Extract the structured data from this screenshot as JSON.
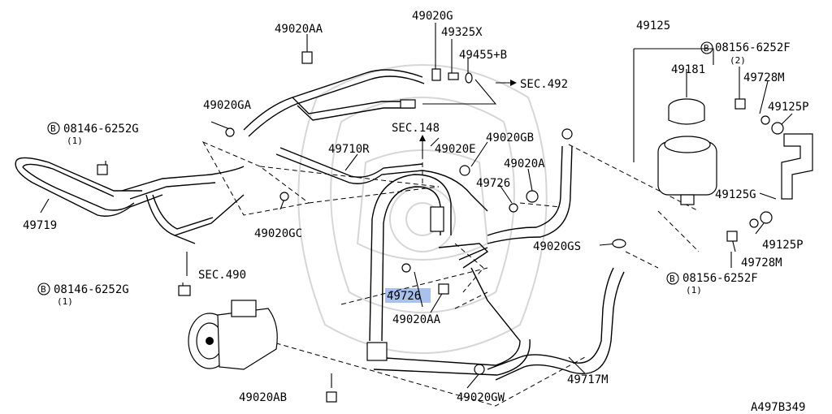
{
  "diagram": {
    "drawing_number": "A497B349",
    "highlight_color": "#9ab7ea",
    "labels": {
      "p49020AA_top": "49020AA",
      "p49020G": "49020G",
      "p49325X": "49325X",
      "p49455B": "49455+B",
      "sec492": "SEC.492",
      "p49125": "49125",
      "b_08156_top": "08156-6252F",
      "b_08156_top_qty": "(2)",
      "p49181": "49181",
      "p49728M_top": "49728M",
      "p49125P_top": "49125P",
      "p49020GA": "49020GA",
      "sec148": "SEC.148",
      "p49020GB": "49020GB",
      "b_08146_top": "08146-6252G",
      "b_08146_top_qty": "(1)",
      "p49710R": "49710R",
      "p49020E": "49020E",
      "p49020A": "49020A",
      "p49726_top": "49726",
      "p49125G": "49125G",
      "p49719": "49719",
      "p49020GC": "49020GC",
      "p49020GS": "49020GS",
      "p49125P_bot": "49125P",
      "p49728M_bot": "49728M",
      "sec490": "SEC.490",
      "b_08146_bot": "08146-6252G",
      "b_08146_bot_qty": "(1)",
      "p49726_hl": "49726",
      "p49020AA_bot": "49020AA",
      "b_08156_bot": "08156-6252F",
      "b_08156_bot_qty": "(1)",
      "p49717M": "49717M",
      "p49020AB": "49020AB",
      "p49020GW": "49020GW",
      "bolt_mark": "B"
    }
  }
}
